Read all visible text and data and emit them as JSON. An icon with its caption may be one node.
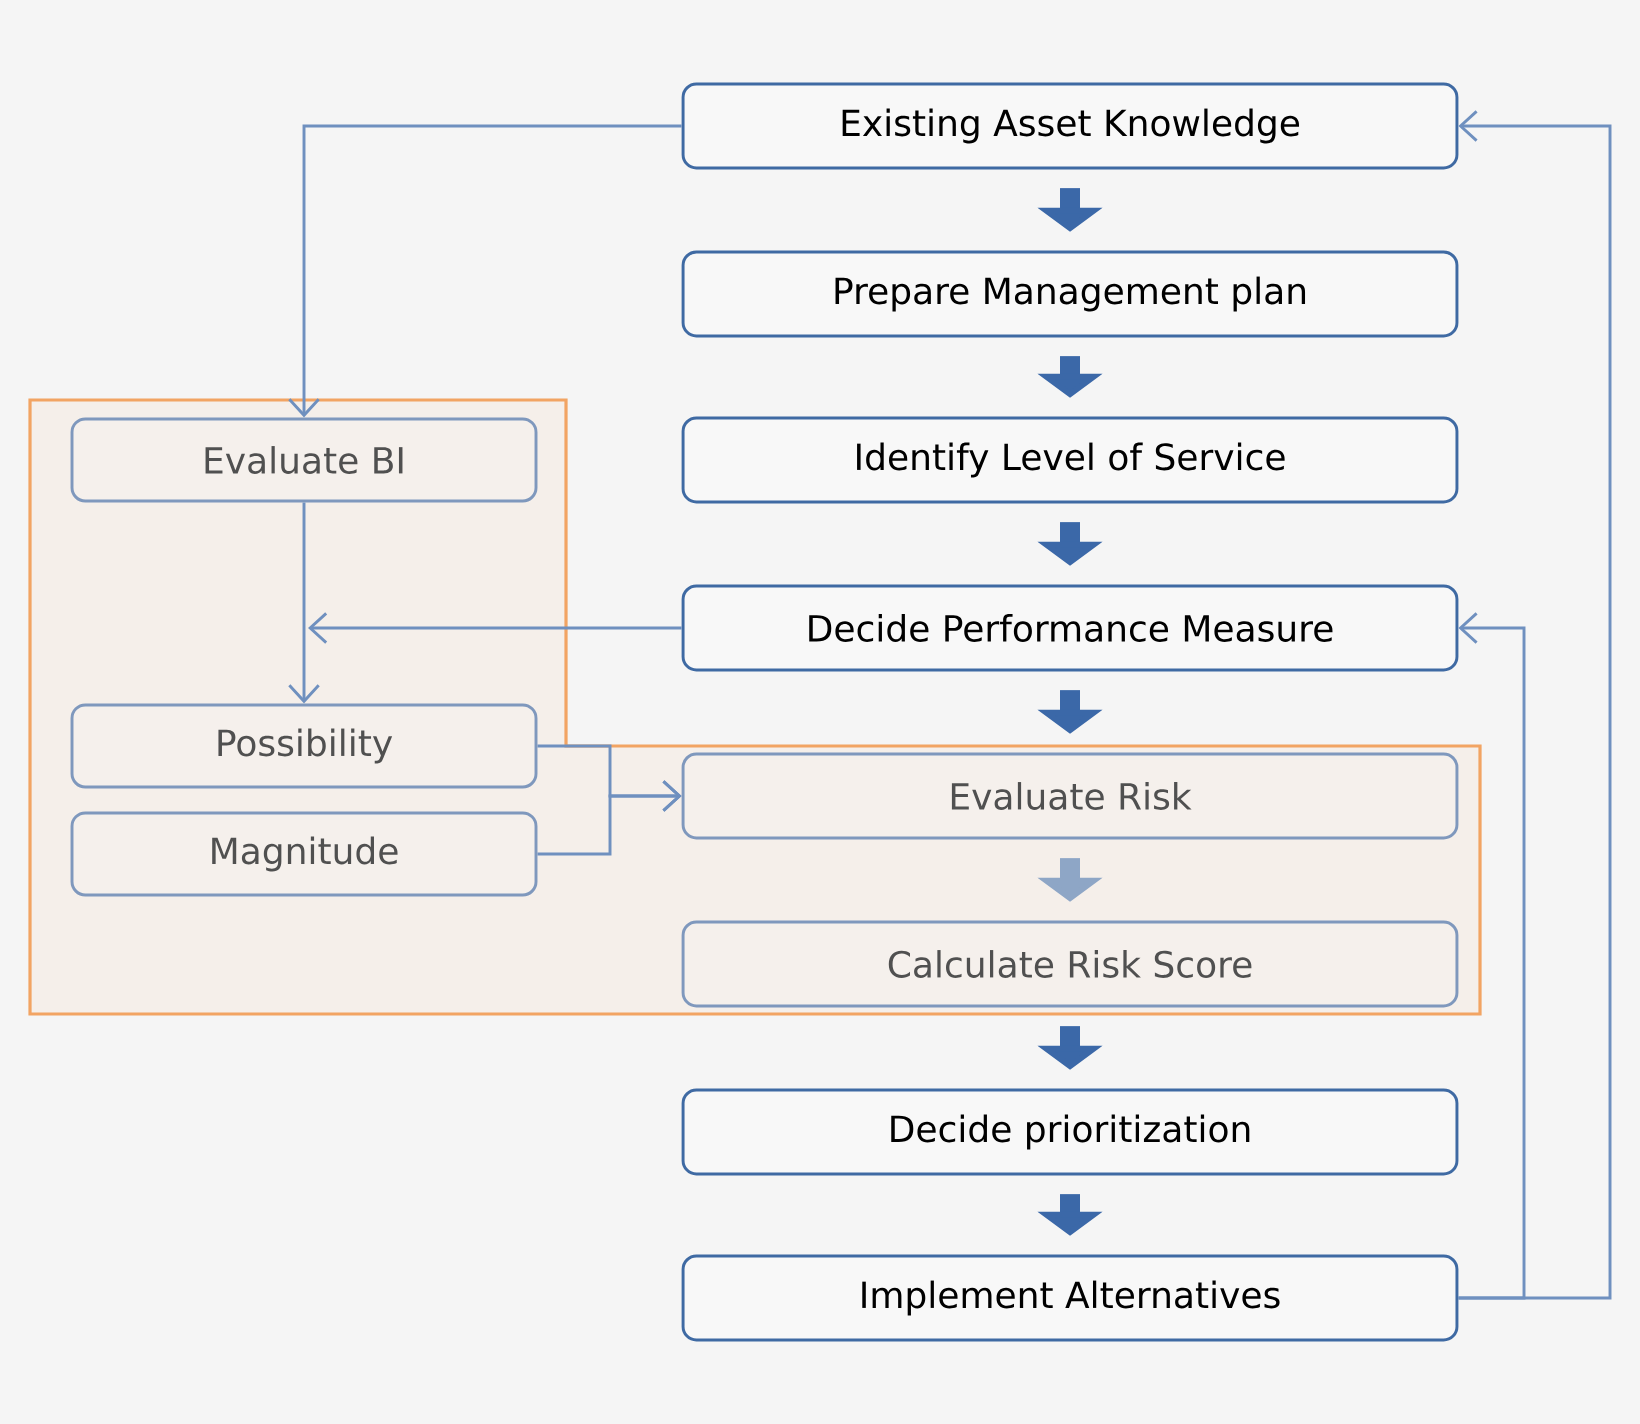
{
  "diagram": {
    "nodes": [
      {
        "text": [
          "Existing Asset Knowledge"
        ]
      },
      {
        "text": [
          "Prepare Management plan"
        ]
      },
      {
        "text": [
          "Identify Level of Service"
        ]
      },
      {
        "text": [
          "Decide Performance Measure"
        ]
      },
      {
        "text": [
          "Evaluate Risk"
        ]
      },
      {
        "text": [
          "Calculate Risk Score"
        ]
      },
      {
        "text": [
          "Decide prioritization"
        ]
      },
      {
        "text": [
          "Implement Alternatives"
        ]
      },
      {
        "text": [
          "Evaluate BI"
        ]
      },
      {
        "text": [
          "Possibility"
        ]
      },
      {
        "text": [
          "Magnitude"
        ]
      }
    ],
    "edges": [
      {
        "from": 0,
        "to": 1,
        "arrow": "to",
        "style": "thick"
      },
      {
        "from": 1,
        "to": 2,
        "arrow": "to",
        "style": "thick"
      },
      {
        "from": 2,
        "to": 3,
        "arrow": "to",
        "style": "thick"
      },
      {
        "from": 3,
        "to": 4,
        "arrow": "to",
        "style": "thick"
      },
      {
        "from": 4,
        "to": 5,
        "arrow": "to",
        "style": "thick",
        "color": "#8ea6c6"
      },
      {
        "from": 5,
        "to": 6,
        "arrow": "to",
        "style": "thick"
      },
      {
        "from": 6,
        "to": 7,
        "arrow": "to",
        "style": "thick"
      },
      {
        "from": 0,
        "to": 8,
        "arrow": "to"
      },
      {
        "from": 8,
        "to": 9,
        "arrow": "to"
      },
      {
        "from": 3,
        "to": 9,
        "arrow": "to"
      },
      {
        "from": 9,
        "to": 4,
        "arrow": "to"
      },
      {
        "from": 10,
        "to": 4,
        "arrow": "to"
      },
      {
        "from": 7,
        "to": 3,
        "arrow": "to"
      },
      {
        "from": 7,
        "to": 0,
        "arrow": "to"
      }
    ]
  }
}
